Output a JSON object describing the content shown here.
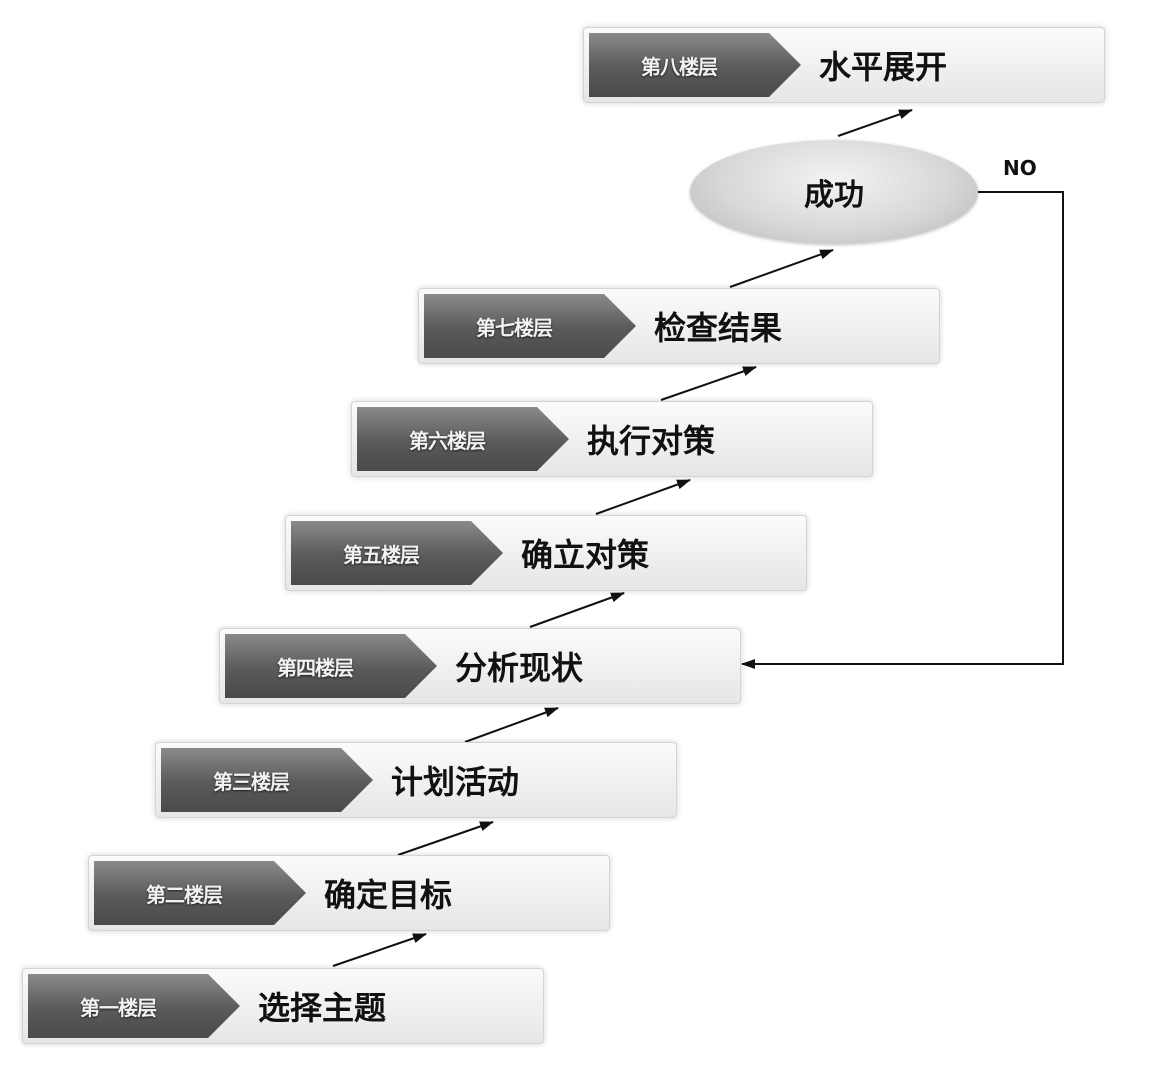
{
  "steps": [
    {
      "floor": "第一楼层",
      "title": "选择主题"
    },
    {
      "floor": "第二楼层",
      "title": "确定目标"
    },
    {
      "floor": "第三楼层",
      "title": "计划活动"
    },
    {
      "floor": "第四楼层",
      "title": "分析现状"
    },
    {
      "floor": "第五楼层",
      "title": "确立对策"
    },
    {
      "floor": "第六楼层",
      "title": "执行对策"
    },
    {
      "floor": "第七楼层",
      "title": "检查结果"
    },
    {
      "floor": "第八楼层",
      "title": "水平展开"
    }
  ],
  "decision": {
    "label": "成功",
    "no_label": "NO"
  },
  "colors": {
    "tag_dark": "#4a4a4a",
    "bar_light": "#e6e6e6",
    "line": "#111111"
  }
}
